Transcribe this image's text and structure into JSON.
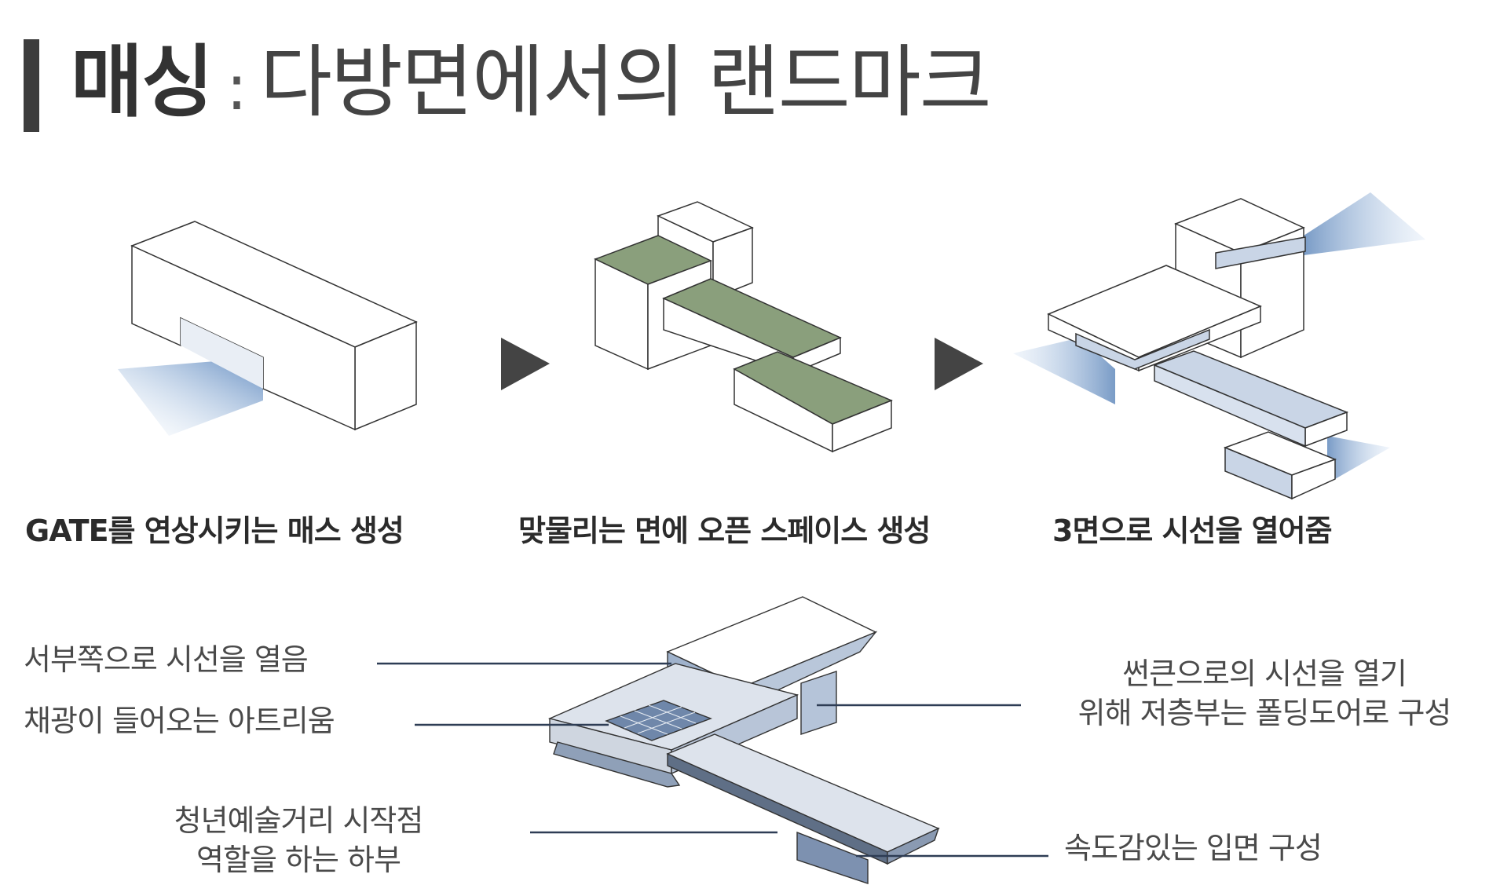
{
  "header": {
    "title_bold": "매싱",
    "title_separator": ":",
    "title_rest": "다방면에서의 랜드마크"
  },
  "steps": [
    {
      "caption": "GATE를 연상시키는 매스 생성"
    },
    {
      "caption": "맞물리는 면에 오픈 스페이스 생성"
    },
    {
      "caption": "3면으로 시선을 열어줌"
    }
  ],
  "annotations": {
    "west": "서부쪽으로 시선을 열음",
    "atrium": "채광이 들어오는 아트리움",
    "street_line1": "청년예술거리 시작점",
    "street_line2": "역할을 하는 하부",
    "sunken_line1": "썬큰으로의 시선을 열기",
    "sunken_line2": "위해 저층부는 폴딩도어로 구성",
    "speed": "속도감있는 입면 구성"
  },
  "colors": {
    "green_roof": "#8a9f7c",
    "view_blue": "#6a90c0",
    "leader_line": "#2e3d55",
    "arrow": "#444444"
  }
}
